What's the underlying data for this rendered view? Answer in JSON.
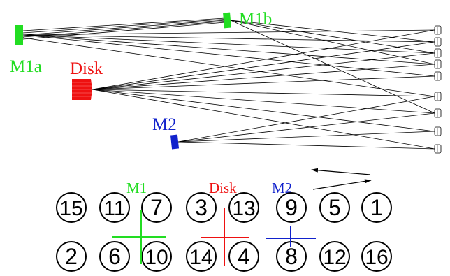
{
  "labels": {
    "m1a": "M1a",
    "m1b": "M1b",
    "disk": "Disk",
    "m2": "M2"
  },
  "legend": {
    "m1": "M1",
    "disk": "Disk",
    "m2": "M2"
  },
  "colors": {
    "m1": "#22dd22",
    "disk": "#ee1111",
    "m2": "#1122cc",
    "line": "#000000"
  },
  "fiber_grid": {
    "row1": [
      "15",
      "11",
      "7",
      "3",
      "13",
      "9",
      "5",
      "1"
    ],
    "row2": [
      "2",
      "6",
      "10",
      "14",
      "4",
      "8",
      "12",
      "16"
    ]
  }
}
